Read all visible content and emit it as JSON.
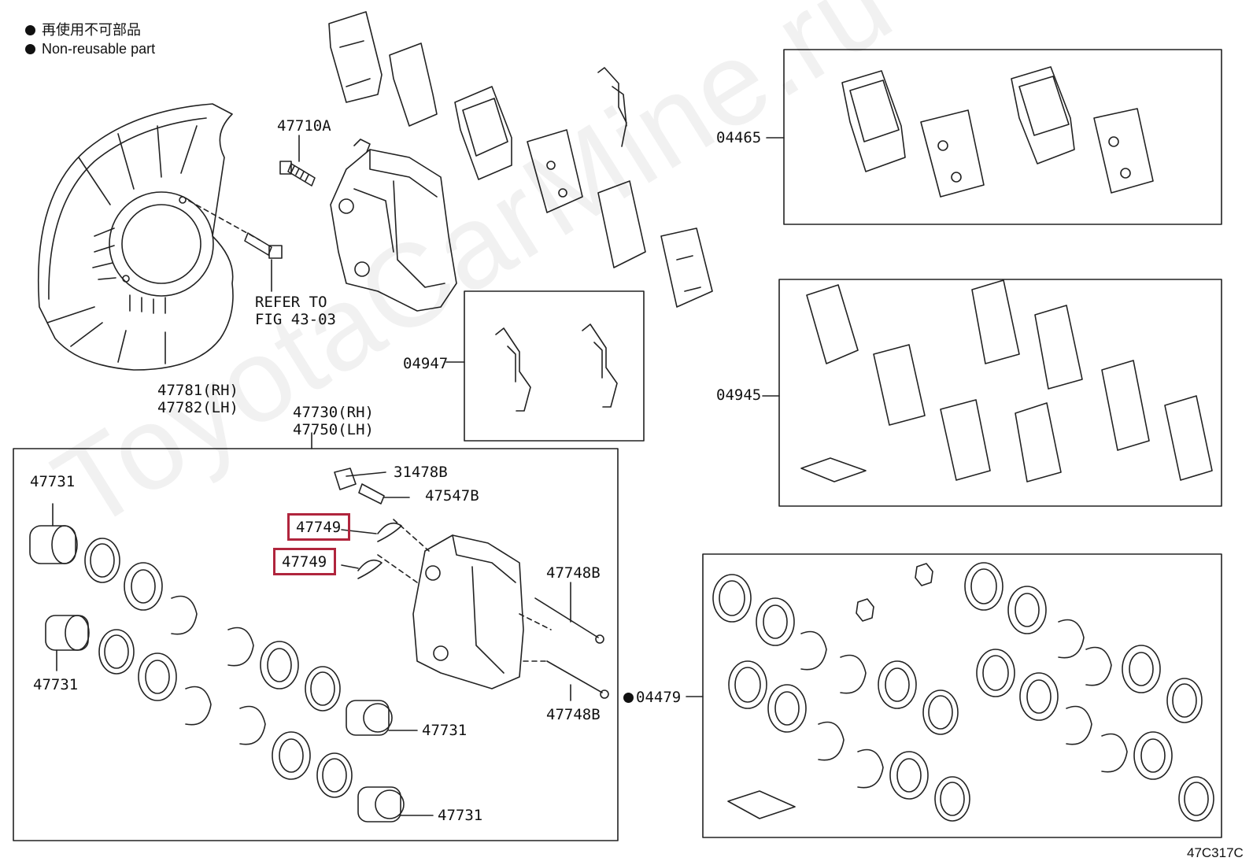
{
  "legend": {
    "line1": "再使用不可部品",
    "line2": "Non-reusable part"
  },
  "watermark": "ToyotaCarMine.ru",
  "figure_code": "47C317C",
  "labels": {
    "l_47710A": "47710A",
    "l_refer1": "REFER TO",
    "l_refer2": "FIG 43-03",
    "l_47781": "47781(RH)",
    "l_47782": "47782(LH)",
    "l_47730": "47730(RH)",
    "l_47750": "47750(LH)",
    "l_04465": "04465",
    "l_04947": "04947",
    "l_04945": "04945",
    "l_04479": "04479",
    "l_31478B": "31478B",
    "l_47547B": "47547B",
    "l_47749a": "47749",
    "l_47749b": "47749",
    "l_47748B_a": "47748B",
    "l_47748B_b": "47748B",
    "l_47731_a": "47731",
    "l_47731_b": "47731",
    "l_47731_c": "47731",
    "l_47731_d": "47731"
  },
  "highlight_color": "#b0253d"
}
